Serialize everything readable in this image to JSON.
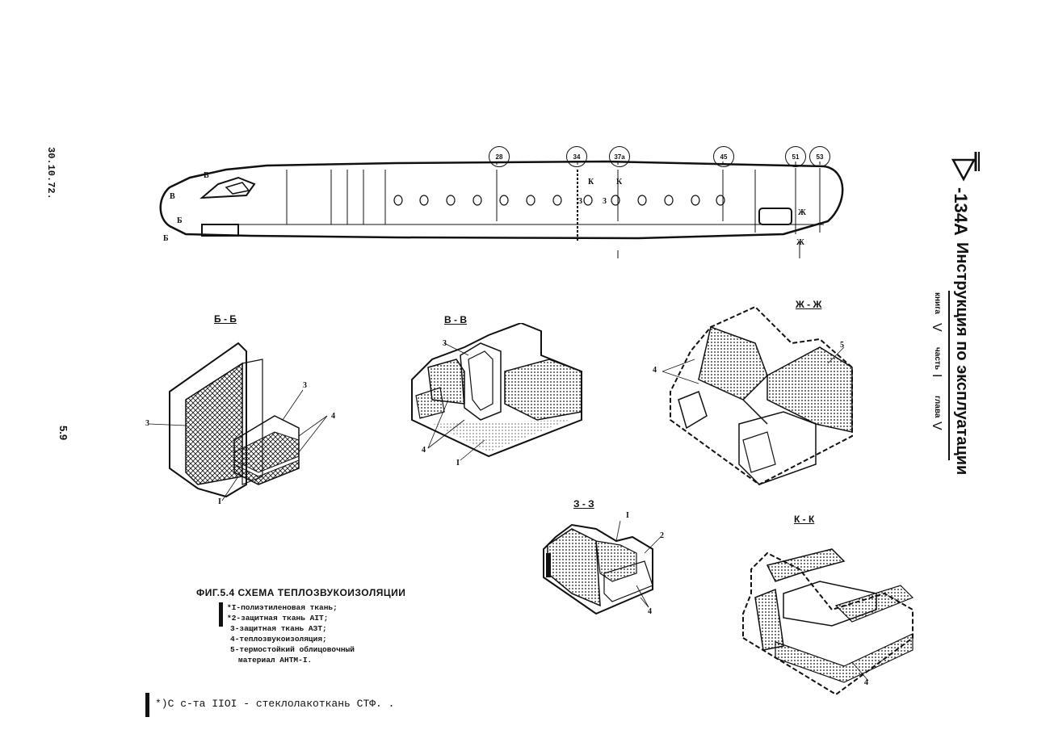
{
  "date_stamp": "30.10.72.",
  "page_number": "5.9",
  "header": {
    "aircraft": "-134А",
    "title": "Инструкция по эксплуатации",
    "book_label": "книга",
    "book_value": "V",
    "part_label": "часть",
    "part_value": "I",
    "chapter_label": "глава",
    "chapter_value": "V"
  },
  "fuselage": {
    "frames": [
      "28",
      "34",
      "37а",
      "45",
      "51",
      "53"
    ],
    "section_marks": [
      "В",
      "В",
      "Б",
      "Б",
      "К",
      "К",
      "3",
      "3",
      "Ж",
      "Ж"
    ]
  },
  "sections": {
    "bb": {
      "label": "Б - Б",
      "callouts": [
        "3",
        "3",
        "4",
        "I"
      ]
    },
    "vv": {
      "label": "В - В",
      "callouts": [
        "3",
        "4",
        "I"
      ]
    },
    "zhzh": {
      "label": "Ж - Ж",
      "callouts": [
        "4",
        "5"
      ]
    },
    "zz": {
      "label": "З - З",
      "callouts": [
        "I",
        "2",
        "4"
      ]
    },
    "kk": {
      "label": "К - К",
      "callouts": [
        "4"
      ]
    }
  },
  "caption": {
    "title": "ФИГ.5.4  СХЕМА  ТЕПЛОЗВУКОИЗОЛЯЦИИ",
    "items": [
      "*I-полиэтиленовая ткань;",
      "*2-защитная ткань АIТ;",
      "3-защитная ткань АЗТ;",
      "4-теплозвукоизоляция;",
      "5-термостойкий облицовочный",
      "материал АНТМ-I."
    ]
  },
  "footnote": "*)С с-та IIOI - стеклолакоткань СТФ.  ."
}
